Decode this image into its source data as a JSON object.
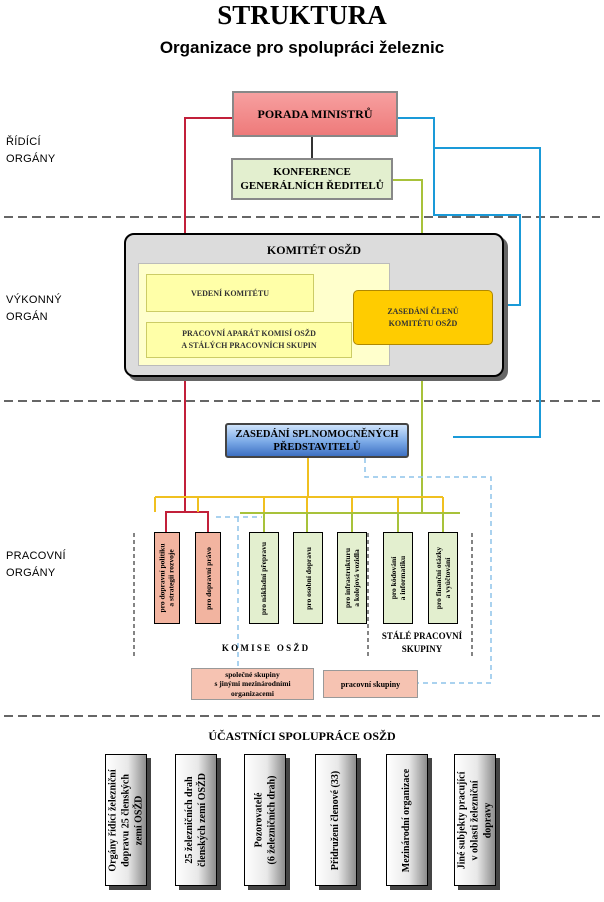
{
  "header": {
    "title": "STRUKTURA",
    "subtitle": "Organizace pro spolupráci železnic"
  },
  "sections": {
    "ridici": [
      "ŘÍDÍCÍ",
      "ORGÁNY"
    ],
    "vykonny": [
      "VÝKONNÝ",
      "ORGÁN"
    ],
    "pracovni": [
      "PRACOVNÍ",
      "ORGÁNY"
    ]
  },
  "boxes": {
    "porada": "PORADA MINISTRŮ",
    "konference": [
      "KONFERENCE",
      "GENERÁLNÍCH ŘEDITELŮ"
    ],
    "komitet": "KOMITÉT OSŽD",
    "vedeni": "VEDENÍ KOMITÉTU",
    "aparat": [
      "PRACOVNÍ APARÁT KOMISÍ OSŽD",
      "A STÁLÝCH PRACOVNÍCH SKUPIN"
    ],
    "zasedani_clenu": [
      "ZASEDÁNÍ ČLENŮ",
      "KOMITÉTU OSŽD"
    ],
    "zasedani_spl": [
      "ZASEDÁNÍ SPLNOMOCNĚNÝCH",
      "PŘEDSTAVITELŮ"
    ]
  },
  "commissions": {
    "items": [
      [
        "pro dopravní politiku",
        "a strategii rozvoje"
      ],
      [
        "pro dopravní právo"
      ],
      [
        "pro nákladní přepravu"
      ],
      [
        "pro osobní dopravu"
      ],
      [
        "pro infrastrukturu",
        "a kolejová vozidla"
      ],
      [
        "pro kódování",
        "a informatiku"
      ],
      [
        "pro finanční otázky",
        "a vyúčtování"
      ]
    ],
    "komise_label": "K O M I S E   O S Ž D",
    "stale_label": [
      "STÁLÉ PRACOVNÍ",
      "SKUPINY"
    ],
    "spolecne": [
      "společné skupiny",
      "s jinými mezinárodními",
      "organizacemi"
    ],
    "pracovni_skupiny": "pracovní skupiny"
  },
  "participants": {
    "title": "ÚČASTNÍCI SPOLUPRÁCE OSŽD",
    "items": [
      [
        "Orgány řídící železniční",
        "dopravu 25 členských",
        "zemí OSŽD"
      ],
      [
        "25 železničních drah",
        "členských zemí OSŽD"
      ],
      [
        "Pozorovatelé",
        "(6 železničních drah)"
      ],
      [
        "Přidružení členové (33)"
      ],
      [
        "Mezinárodní organizace"
      ],
      [
        "Jiné subjekty pracující",
        "v oblasti železniční",
        "dopravy"
      ]
    ]
  },
  "colors": {
    "porada_fill": "#f28b8b",
    "konference_fill": "#e3efcf",
    "yellow_fill": "#ffffb8",
    "orange_fill": "#ffcc00",
    "blue_fill": "#5b8fd6",
    "pink_fill": "#f4b8a8",
    "red_line": "#c2203a",
    "blue_line": "#1a9ad8",
    "green_line": "#a8c23a",
    "yellow_line": "#f0c020",
    "dash_line": "#8ec3ea"
  }
}
